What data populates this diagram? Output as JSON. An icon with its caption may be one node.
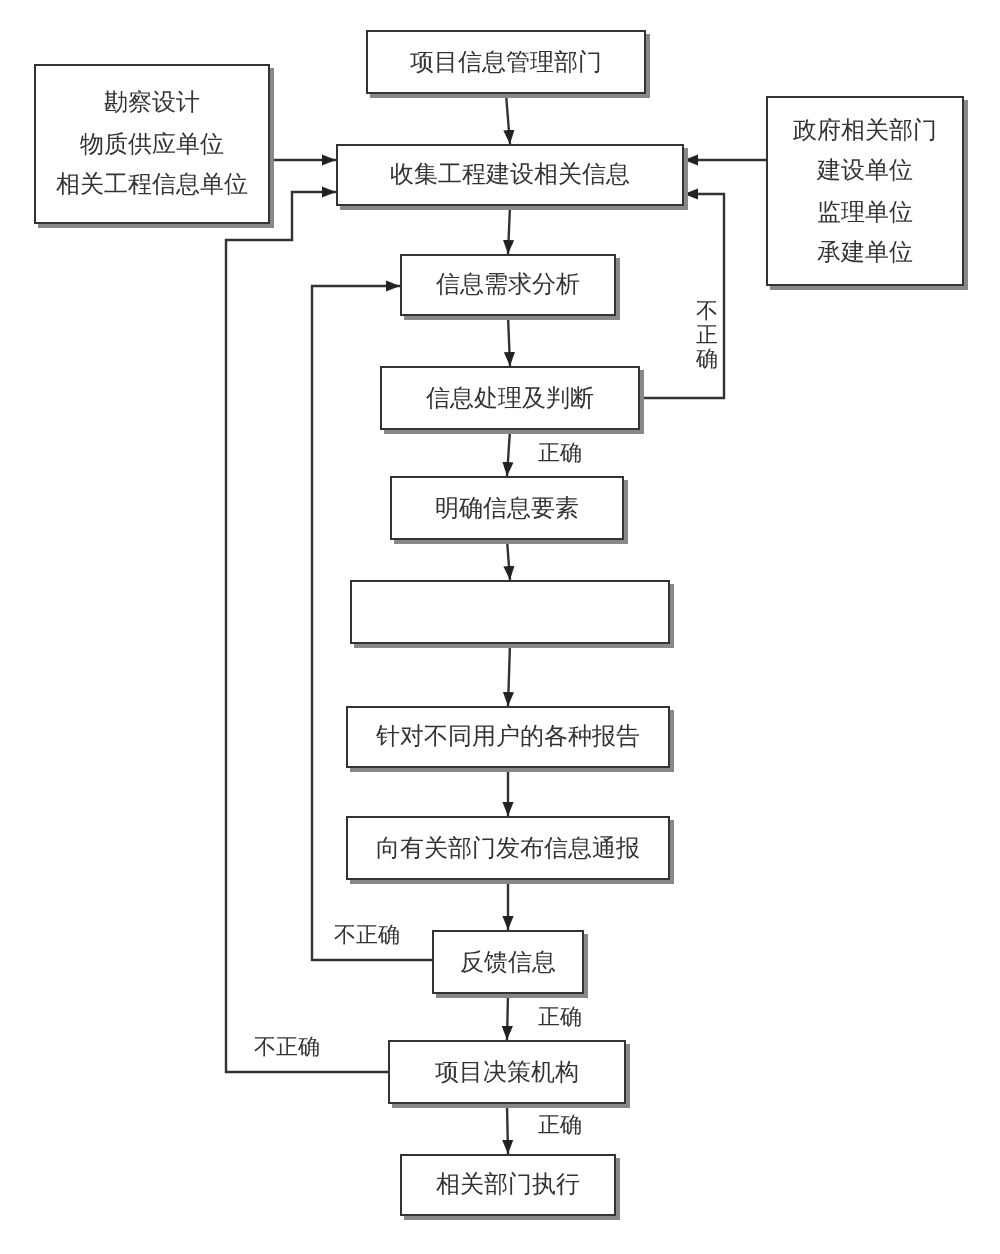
{
  "diagram": {
    "nodes": [
      {
        "text": [
          "项目信息管理部门"
        ]
      },
      {
        "text": [
          "勘察设计",
          "物质供应单位",
          "相关工程信息单位"
        ]
      },
      {
        "text": [
          "收集工程建设相关信息"
        ]
      },
      {
        "text": [
          "政府相关部门",
          "建设单位",
          "监理单位",
          "承建单位"
        ]
      },
      {
        "text": [
          "信息需求分析"
        ]
      },
      {
        "text": [
          "信息处理及判断"
        ]
      },
      {
        "text": [
          "明确信息要素"
        ]
      },
      {
        "text": [],
        "shape": "box"
      },
      {
        "text": [
          "针对不同用户的各种报告"
        ]
      },
      {
        "text": [
          "向有关部门发布信息通报"
        ]
      },
      {
        "text": [
          "反馈信息"
        ]
      },
      {
        "text": [
          "项目决策机构"
        ]
      },
      {
        "text": [
          "相关部门执行"
        ]
      }
    ],
    "edges": [
      {
        "from": 0,
        "to": 2,
        "arrow": "to"
      },
      {
        "from": 1,
        "to": 2,
        "arrow": "to"
      },
      {
        "from": 3,
        "to": 2,
        "arrow": "to"
      },
      {
        "from": 2,
        "to": 4,
        "arrow": "to"
      },
      {
        "from": 4,
        "to": 5,
        "arrow": "to"
      },
      {
        "from": 5,
        "to": 2,
        "arrow": "to",
        "label": "不正确"
      },
      {
        "from": 5,
        "to": 6,
        "arrow": "to",
        "label": "正确"
      },
      {
        "from": 6,
        "to": 7,
        "arrow": "to"
      },
      {
        "from": 7,
        "to": 8,
        "arrow": "to"
      },
      {
        "from": 8,
        "to": 9,
        "arrow": "to"
      },
      {
        "from": 9,
        "to": 10,
        "arrow": "to"
      },
      {
        "from": 10,
        "to": 4,
        "arrow": "to",
        "label": "不正确"
      },
      {
        "from": 10,
        "to": 11,
        "arrow": "to",
        "label": "正确"
      },
      {
        "from": 11,
        "to": 2,
        "arrow": "to",
        "label": "不正确"
      },
      {
        "from": 11,
        "to": 12,
        "arrow": "to",
        "label": "正确"
      }
    ]
  }
}
